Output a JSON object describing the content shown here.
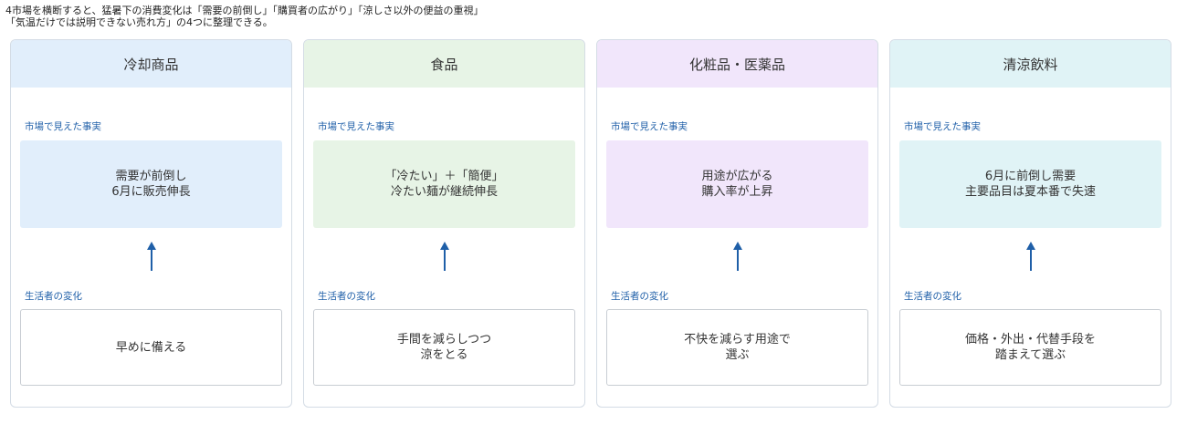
{
  "intro": {
    "line1": "4市場を横断すると、猛暑下の消費変化は「需要の前倒し」「購買者の広がり」「涼しさ以外の便益の重視」",
    "line2": "「気温だけでは説明できない売れ方」の4つに整理できる。"
  },
  "labels": {
    "fact": "市場で見えた事実",
    "change": "生活者の変化"
  },
  "cards": [
    {
      "title": "冷却商品",
      "head_color": "#e1eefb",
      "fact_color": "#e1eefb",
      "fact_lines": [
        "需要が前倒し",
        "6月に販売伸長"
      ],
      "change_lines": [
        "早めに備える",
        ""
      ]
    },
    {
      "title": "食品",
      "head_color": "#e7f4e6",
      "fact_color": "#e7f4e6",
      "fact_lines": [
        "「冷たい」＋「簡便」",
        "冷たい麺が継続伸長"
      ],
      "change_lines": [
        "手間を減らしつつ",
        "涼をとる"
      ]
    },
    {
      "title": "化粧品・医薬品",
      "head_color": "#f1e6fb",
      "fact_color": "#f1e6fb",
      "fact_lines": [
        "用途が広がる",
        "購入率が上昇"
      ],
      "change_lines": [
        "不快を減らす用途で",
        "選ぶ"
      ]
    },
    {
      "title": "清涼飲料",
      "head_color": "#e0f3f6",
      "fact_color": "#e0f3f6",
      "fact_lines": [
        "6月に前倒し需要",
        "主要品目は夏本番で失速"
      ],
      "change_lines": [
        "価格・外出・代替手段を",
        "踏まえて選ぶ"
      ]
    }
  ]
}
